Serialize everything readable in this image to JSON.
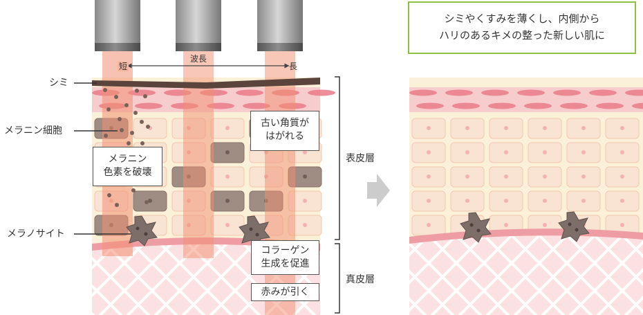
{
  "result_caption": {
    "line1": "シミやくすみを薄くし、内側から",
    "line2": "ハリのあるキメの整った新しい肌に"
  },
  "wavelength": {
    "short": "短",
    "center": "波長",
    "long": "長"
  },
  "left_labels": {
    "spot": "シミ",
    "melanin_cell": "メラニン細胞",
    "melanocyte": "メラノサイト"
  },
  "callouts": {
    "destroy_line1": "メラニン",
    "destroy_line2": "色素を破壊",
    "peel_line1": "古い角質が",
    "peel_line2": "はがれる",
    "collagen_line1": "コラーゲン",
    "collagen_line2": "生成を促進",
    "redness": "赤みが引く"
  },
  "layers": {
    "epidermis": "表皮層",
    "dermis": "真皮層"
  },
  "colors": {
    "beam": "#f29072",
    "cell_fill": "#f9e3d2",
    "cell_border": "#f0c7ad",
    "skin_bg": "#fbf1d8",
    "surface_band": "#f7cccc",
    "dermis": "#fbe1e1",
    "membrane": "#ef9da4",
    "dark_cell": "#9f8d83",
    "spot": "#5b443c",
    "melanocyte": "#7d6e6a",
    "accent_green": "#8dc043",
    "arrow_gray": "#cccccc"
  }
}
